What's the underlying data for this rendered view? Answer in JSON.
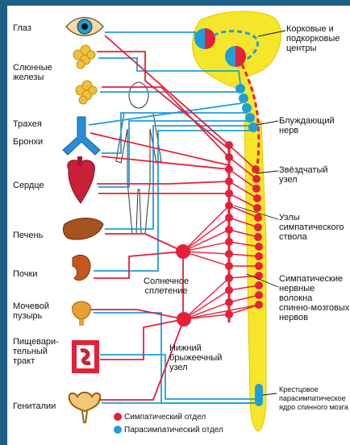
{
  "organs": {
    "eye": "Глаз",
    "salivary": "Слюнные\nжелезы",
    "trachea": "Трахея",
    "bronchi": "Бронхи",
    "heart": "Сердце",
    "liver": "Печень",
    "kidneys": "Почки",
    "bladder": "Мочевой\nпузырь",
    "gut": "Пищевари-\nтельный\nтракт",
    "genitals": "Гениталии"
  },
  "structures": {
    "cortical": "Корковые и\nподкорковые\nцентры",
    "vagus": "Блуждающий\nнерв",
    "stellate": "Звёздчатый\nузел",
    "trunk_ganglia": "Узлы\nсимпатического\nствола",
    "fibers": "Симпатические\nнервные волокна\nспинно-мозговых\nнервов",
    "solar": "Солнечное\nсплетение",
    "mesenteric": "Нижний\nбрыжеечный\nузел",
    "sacral": "Крестцовое\nпарасимпатическое\nядро спинного мозга"
  },
  "legend": {
    "sympathetic": "Симпатический отдел",
    "parasympathetic": "Парасимпатический отдел"
  },
  "colors": {
    "frame": "#1e5f86",
    "sympathetic": "#e5203a",
    "parasympathetic": "#1e9fd8",
    "brain": "#f6e629",
    "spinal": "#f6e629"
  }
}
